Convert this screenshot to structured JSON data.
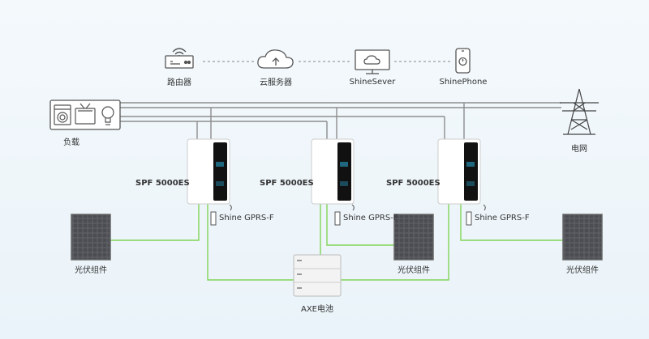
{
  "labels": {
    "router": "路由器",
    "cloud": "云服务器",
    "server": "ShineSever",
    "phone": "ShinePhone",
    "load": "负载",
    "grid": "电网",
    "pv": "光伏组件",
    "battery": "AXE电池",
    "inverter_model": "SPF 5000ES",
    "dongle": "Shine GPRS-F"
  },
  "colors": {
    "grid_line": "#8a8a8a",
    "ac_line": "#9a9a9a",
    "dc_line": "#7fd34f",
    "network_line": "#888888",
    "inverter_body": "#ffffff",
    "inverter_panel": "#111111",
    "inverter_accent": "#2aa1c8"
  },
  "icons": [
    "router-icon",
    "cloud-server-icon",
    "monitor-icon",
    "phone-icon",
    "washing-machine-icon",
    "tv-icon",
    "light-bulb-icon",
    "power-tower-icon",
    "solar-panel-icon",
    "battery-icon",
    "inverter-icon",
    "dongle-icon"
  ]
}
